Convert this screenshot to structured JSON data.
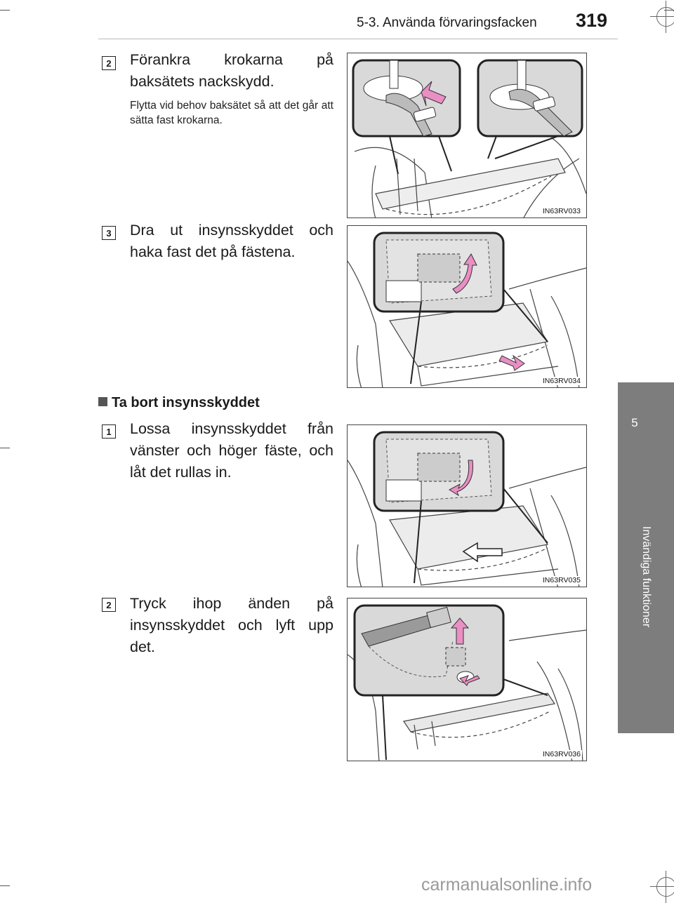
{
  "header": {
    "section_title": "5-3. Använda förvaringsfacken",
    "page_number": "319"
  },
  "side_tab": {
    "chapter_number": "5",
    "chapter_title": "Invändiga funktioner"
  },
  "steps": [
    {
      "number": "2",
      "text": "Förankra krokarna på baksätets nackskydd.",
      "note": "Flytta vid behov baksätet så att det går att sätta fast krokarna.",
      "figure_code": "IN63RV033"
    },
    {
      "number": "3",
      "text": "Dra ut insynsskyddet och haka fast det på fästena.",
      "figure_code": "IN63RV034"
    }
  ],
  "subsection": {
    "title": "Ta bort insynsskyddet",
    "steps": [
      {
        "number": "1",
        "text": "Lossa insynsskyddet från vänster och höger fäste, och låt det rullas in.",
        "figure_code": "IN63RV035"
      },
      {
        "number": "2",
        "text": "Tryck ihop änden på insynsskyddet och lyft upp det.",
        "figure_code": "IN63RV036"
      }
    ]
  },
  "watermark": "carmanualsonline.info",
  "colors": {
    "tab_gray": "#7d7d7d",
    "arrow_pink": "#e98fc4",
    "callout_fill": "#d9d9d9"
  }
}
